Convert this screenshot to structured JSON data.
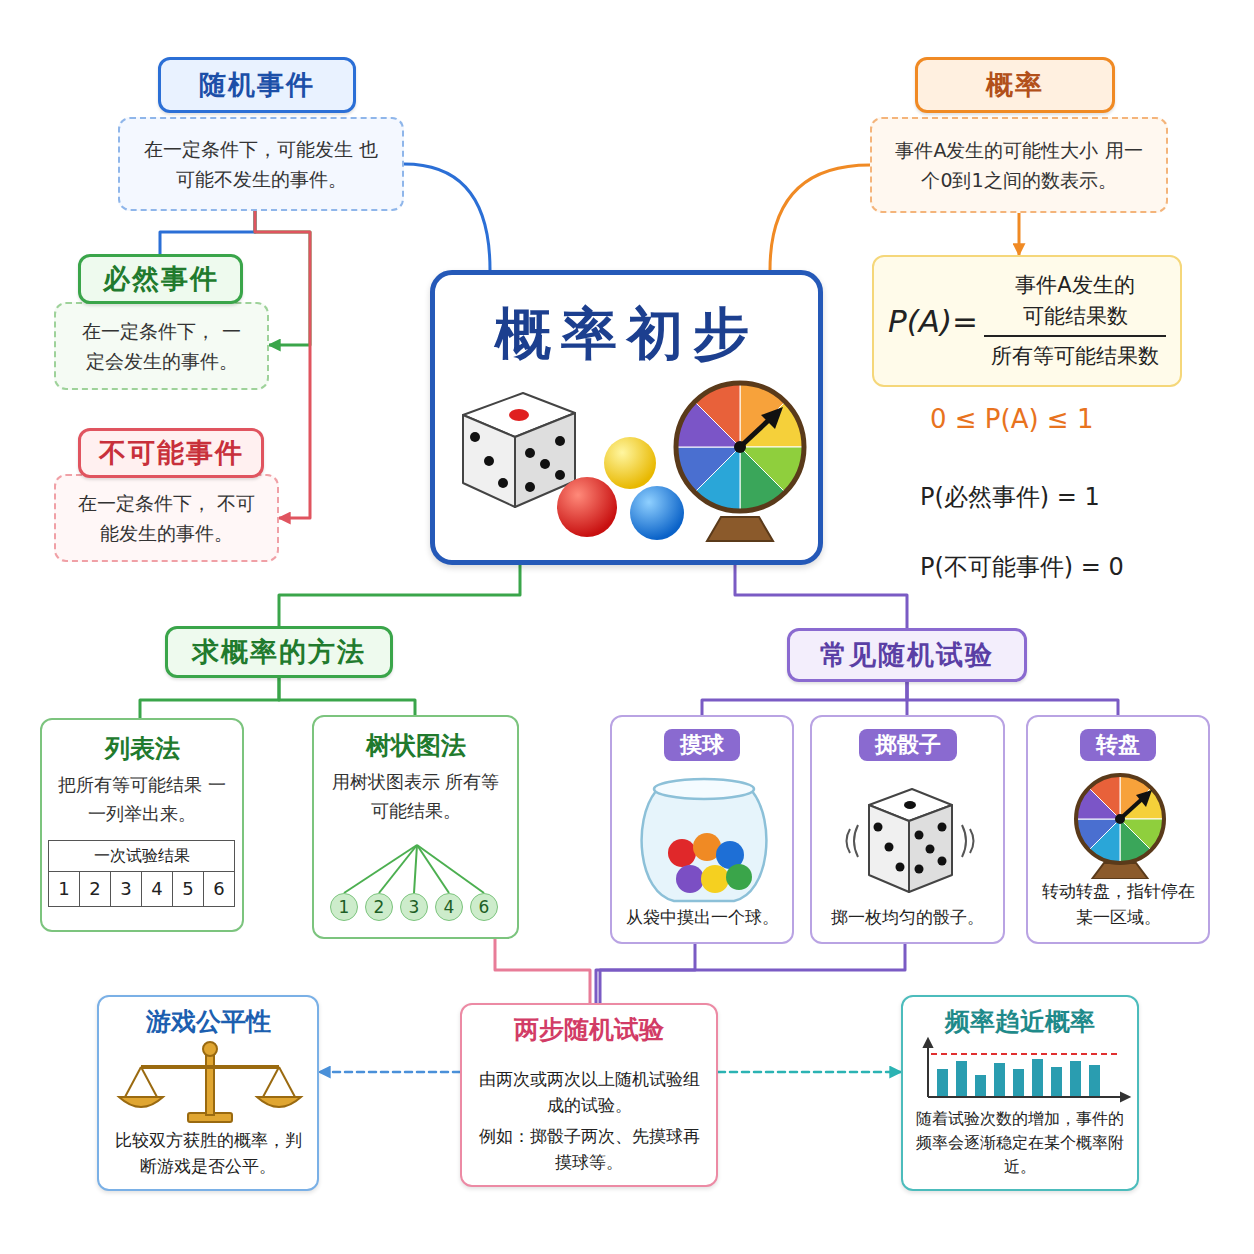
{
  "diagram": {
    "title": "概率初步",
    "nodes": [
      {
        "text": [
          "随机事件"
        ]
      },
      {
        "text": [
          "在一定条件下，可能发生 也可能不发生的事件。"
        ]
      },
      {
        "text": [
          "概率"
        ]
      },
      {
        "text": [
          "事件A发生的可能性大小 用一个0到1之间的数表示。"
        ]
      },
      {
        "text": [
          "必然事件"
        ]
      },
      {
        "text": [
          "在一定条件下， 一定会发生的事件。"
        ]
      },
      {
        "text": [
          "概率初步"
        ]
      },
      {
        "text": [
          "P(A)=",
          "事件A发生的 可能结果数",
          "所有等可能结果数"
        ]
      },
      {
        "text": [
          "不可能事件"
        ]
      },
      {
        "text": [
          "在一定条件下， 不可能发生的事件。"
        ]
      },
      {
        "text": [
          "求概率的方法"
        ]
      },
      {
        "text": [
          "常见随机试验"
        ]
      },
      {
        "text": [
          "列表法",
          "把所有等可能结果 一一列举出来。"
        ]
      },
      {
        "text": [
          "树状图法",
          "用树状图表示 所有等可能结果。"
        ]
      },
      {
        "text": [
          "1"
        ],
        "in": 13
      },
      {
        "text": [
          "2"
        ],
        "in": 13
      },
      {
        "text": [
          "3"
        ],
        "in": 13
      },
      {
        "text": [
          "4"
        ],
        "in": 13
      },
      {
        "text": [
          "6"
        ],
        "in": 13
      },
      {
        "text": [
          "摸球",
          "从袋中摸出一个球。"
        ]
      },
      {
        "text": [
          "掷骰子",
          "掷一枚均匀的骰子。"
        ]
      },
      {
        "text": [
          "转盘",
          "转动转盘，指针停在某一区域。"
        ]
      },
      {
        "text": [
          "游戏公平性",
          "比较双方获胜的概率，判断游戏是否公平。"
        ]
      },
      {
        "text": [
          "两步随机试验",
          "由两次或两次以上随机试验组成的试验。",
          "例如：掷骰子两次、先摸球再摸球等。"
        ]
      },
      {
        "text": [
          "频率趋近概率",
          "随着试验次数的增加，事件的频率会逐渐稳定在某个概率附近。"
        ]
      }
    ],
    "edges": [
      {
        "from": 6,
        "to": 1,
        "arrow": "none"
      },
      {
        "from": 1,
        "to": 4,
        "arrow": "none"
      },
      {
        "from": 1,
        "to": 5,
        "arrow": "to"
      },
      {
        "from": 1,
        "to": 9,
        "arrow": "to"
      },
      {
        "from": 6,
        "to": 3,
        "arrow": "none"
      },
      {
        "from": 3,
        "to": 7,
        "arrow": "to"
      },
      {
        "from": 6,
        "to": 10,
        "arrow": "none"
      },
      {
        "from": 10,
        "to": 12,
        "arrow": "none"
      },
      {
        "from": 10,
        "to": 13,
        "arrow": "none"
      },
      {
        "from": 6,
        "to": 11,
        "arrow": "none"
      },
      {
        "from": 11,
        "to": 19,
        "arrow": "none"
      },
      {
        "from": 11,
        "to": 20,
        "arrow": "none"
      },
      {
        "from": 11,
        "to": 21,
        "arrow": "none"
      },
      {
        "from": 13,
        "to": 23,
        "arrow": "none"
      },
      {
        "from": 19,
        "to": 23,
        "arrow": "none"
      },
      {
        "from": 20,
        "to": 23,
        "arrow": "none"
      },
      {
        "from": 23,
        "to": 22,
        "arrow": "to"
      },
      {
        "from": 23,
        "to": 24,
        "arrow": "to"
      }
    ],
    "labels": [
      "0 ≤ P(A) ≤ 1",
      "P(必然事件) = 1",
      "P(不可能事件) = 0",
      "一次试验结果",
      "1",
      "2",
      "3",
      "4",
      "5",
      "6"
    ]
  }
}
